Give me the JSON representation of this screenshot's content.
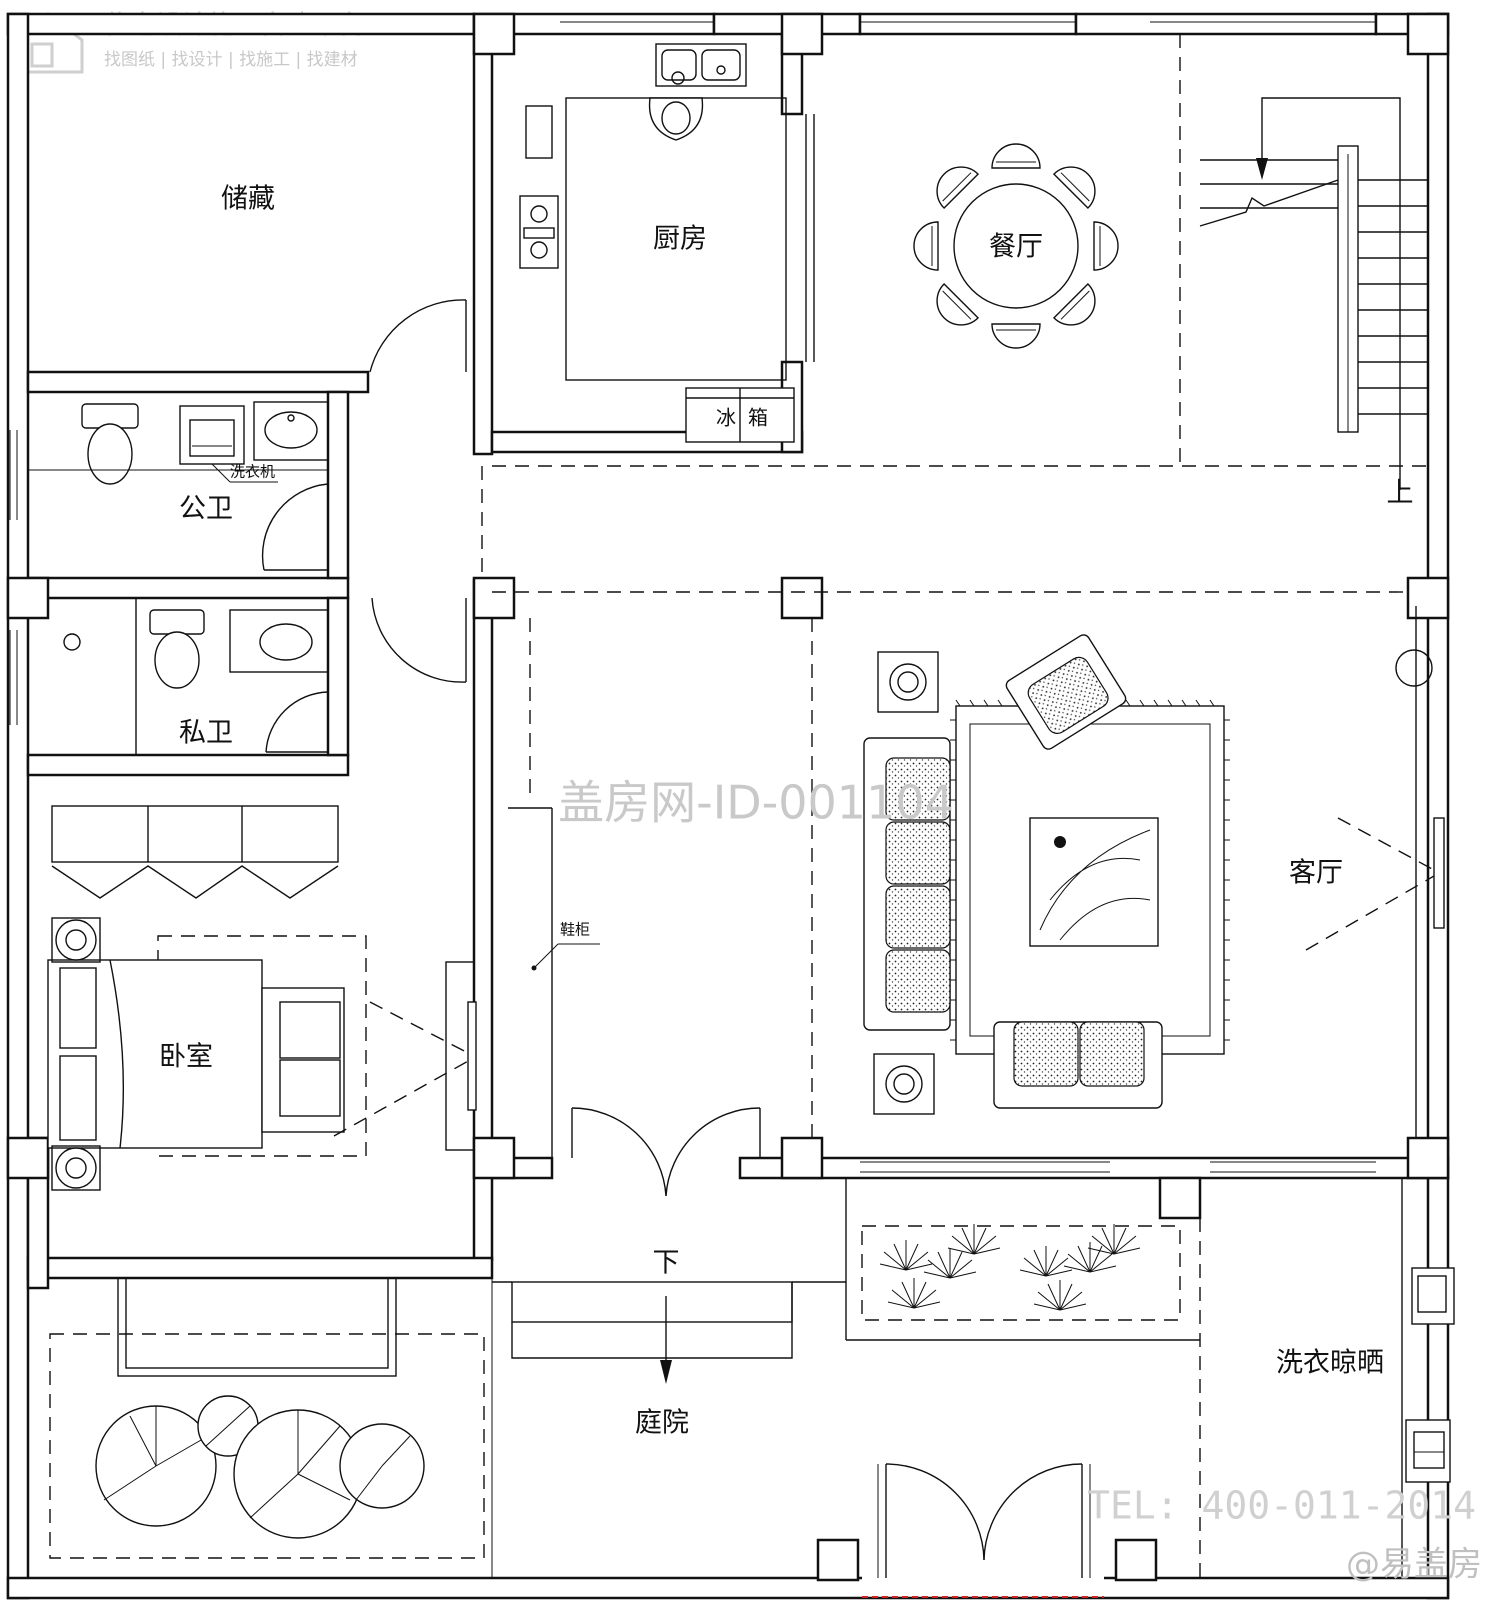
{
  "watermark": {
    "logo_title": "住宅设计施工自建平台",
    "logo_subtitle": "找图纸 | 找设计 | 找施工 | 找建材",
    "center": "盖房网-ID-001104",
    "tel": "TEL: 400-011-2014",
    "brand": "@易盖房"
  },
  "rooms": {
    "storage": "储藏",
    "kitchen": "厨房",
    "dining": "餐厅",
    "public_bath": "公卫",
    "private_bath": "私卫",
    "bedroom": "卧室",
    "living": "客厅",
    "courtyard": "庭院",
    "laundry_drying": "洗衣晾晒"
  },
  "fixtures": {
    "fridge_1": "冰",
    "fridge_2": "箱",
    "washer": "洗衣机",
    "shoe_cabinet": "鞋柜"
  },
  "annotations": {
    "stairs_up": "上",
    "steps_down": "下"
  }
}
